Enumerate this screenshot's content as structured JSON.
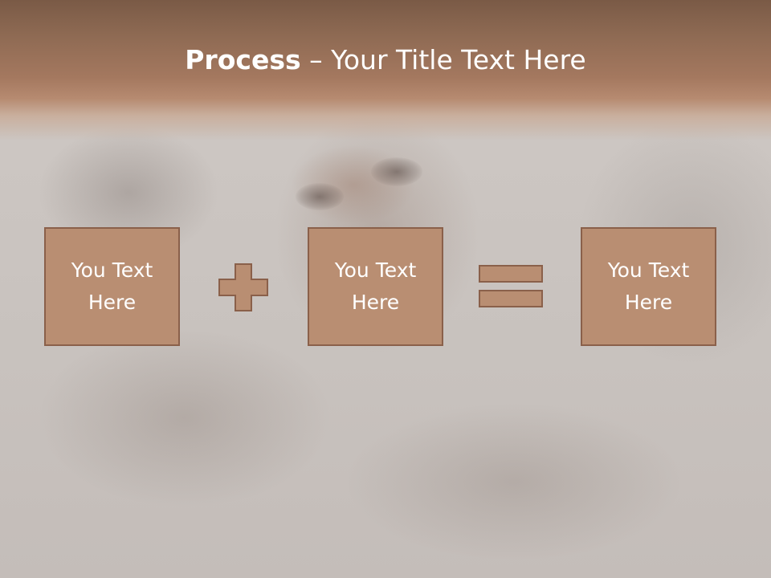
{
  "slide": {
    "title_bold": "Process",
    "title_rest": " – Your Title Text Here"
  },
  "process": {
    "box1": {
      "line1": "You Text",
      "line2": "Here"
    },
    "box2": {
      "line1": "You Text",
      "line2": "Here"
    },
    "box3": {
      "line1": "You Text",
      "line2": "Here"
    }
  },
  "colors": {
    "header": "#9b7057",
    "box_fill": "#b98e72",
    "box_border": "#8a604a",
    "text": "#ffffff",
    "background": "#c9c3bf"
  },
  "icons": {
    "operator1": "plus-icon",
    "operator2": "equals-icon"
  }
}
